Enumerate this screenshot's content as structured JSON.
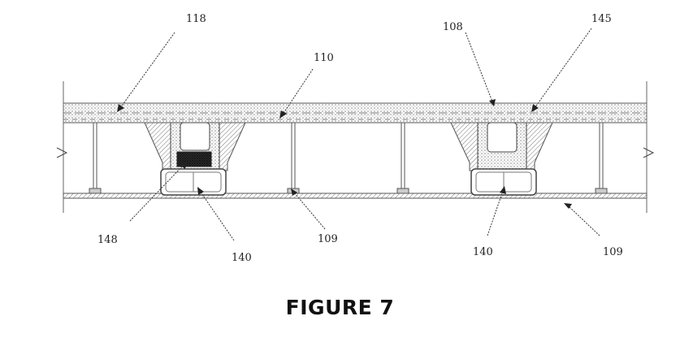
{
  "figure": {
    "caption": "FIGURE 7",
    "reference_numerals": {
      "n118": "118",
      "n110": "110",
      "n108": "108",
      "n145": "145",
      "n148": "148",
      "n140_left": "140",
      "n109_mid": "109",
      "n140_right": "140",
      "n109_right": "109"
    }
  },
  "colors": {
    "line": "#333333",
    "hatch": "#8a8a8a",
    "dark_block": "#2a2a2a"
  }
}
